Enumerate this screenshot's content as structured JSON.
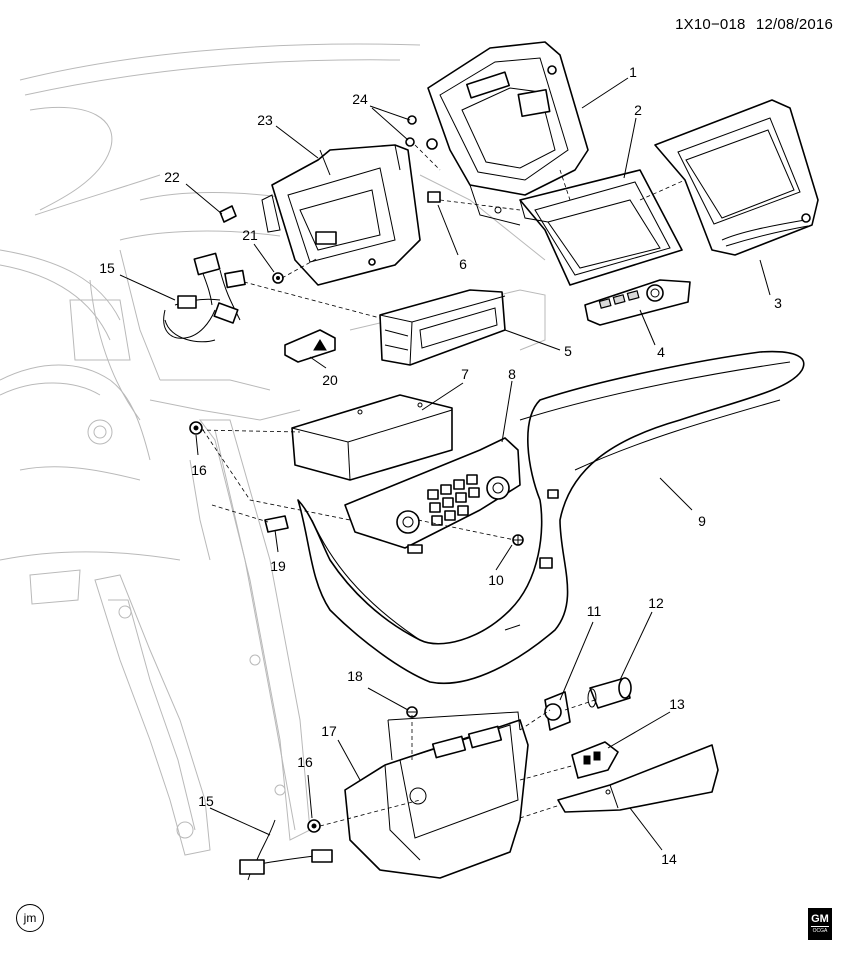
{
  "header": {
    "diagram_id": "1X10−018",
    "date": "12/08/2016"
  },
  "callouts": [
    {
      "id": "c1",
      "label": "1"
    },
    {
      "id": "c2",
      "label": "2"
    },
    {
      "id": "c3",
      "label": "3"
    },
    {
      "id": "c4",
      "label": "4"
    },
    {
      "id": "c5",
      "label": "5"
    },
    {
      "id": "c6",
      "label": "6"
    },
    {
      "id": "c7",
      "label": "7"
    },
    {
      "id": "c8",
      "label": "8"
    },
    {
      "id": "c9",
      "label": "9"
    },
    {
      "id": "c10",
      "label": "10"
    },
    {
      "id": "c11",
      "label": "11"
    },
    {
      "id": "c12",
      "label": "12"
    },
    {
      "id": "c13",
      "label": "13"
    },
    {
      "id": "c14",
      "label": "14"
    },
    {
      "id": "c15a",
      "label": "15"
    },
    {
      "id": "c15b",
      "label": "15"
    },
    {
      "id": "c16a",
      "label": "16"
    },
    {
      "id": "c16b",
      "label": "16"
    },
    {
      "id": "c17",
      "label": "17"
    },
    {
      "id": "c18",
      "label": "18"
    },
    {
      "id": "c19",
      "label": "19"
    },
    {
      "id": "c20",
      "label": "20"
    },
    {
      "id": "c21",
      "label": "21"
    },
    {
      "id": "c22",
      "label": "22"
    },
    {
      "id": "c23",
      "label": "23"
    },
    {
      "id": "c24",
      "label": "24"
    }
  ],
  "footer": {
    "illustrator_mark": "jm",
    "logo_text": "GM",
    "logo_subtext": "OCGA"
  }
}
